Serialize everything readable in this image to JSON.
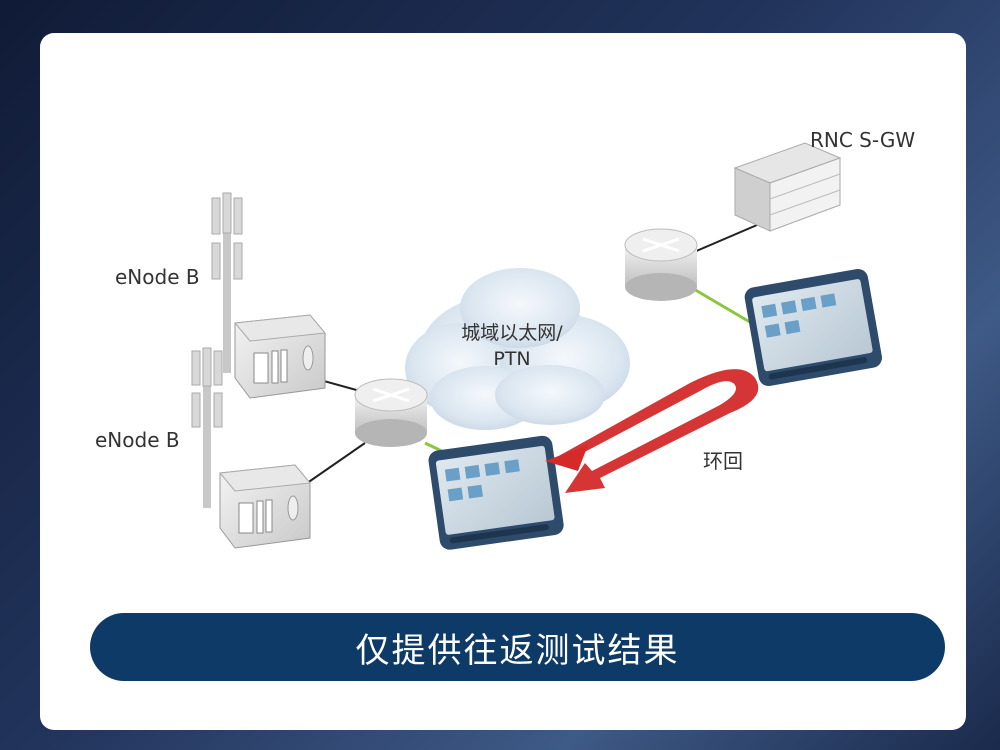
{
  "labels": {
    "enodeb_top": "eNode B",
    "enodeb_bottom": "eNode B",
    "rnc": "RNC S-GW",
    "cloud_line1": "城域以太网/",
    "cloud_line2": "PTN",
    "loop": "环回"
  },
  "banner": {
    "text": "仅提供往返测试结果"
  },
  "colors": {
    "banner_bg": "#0d3a66",
    "loop_arrow": "#d42a2a",
    "green_link": "#8cc63f",
    "tester_body": "#2f4b6b"
  },
  "icons": [
    "cell-tower-icon",
    "base-station-box-icon",
    "router-icon",
    "cloud-icon",
    "server-rack-icon",
    "handheld-tester-icon",
    "loop-arrow-icon"
  ]
}
